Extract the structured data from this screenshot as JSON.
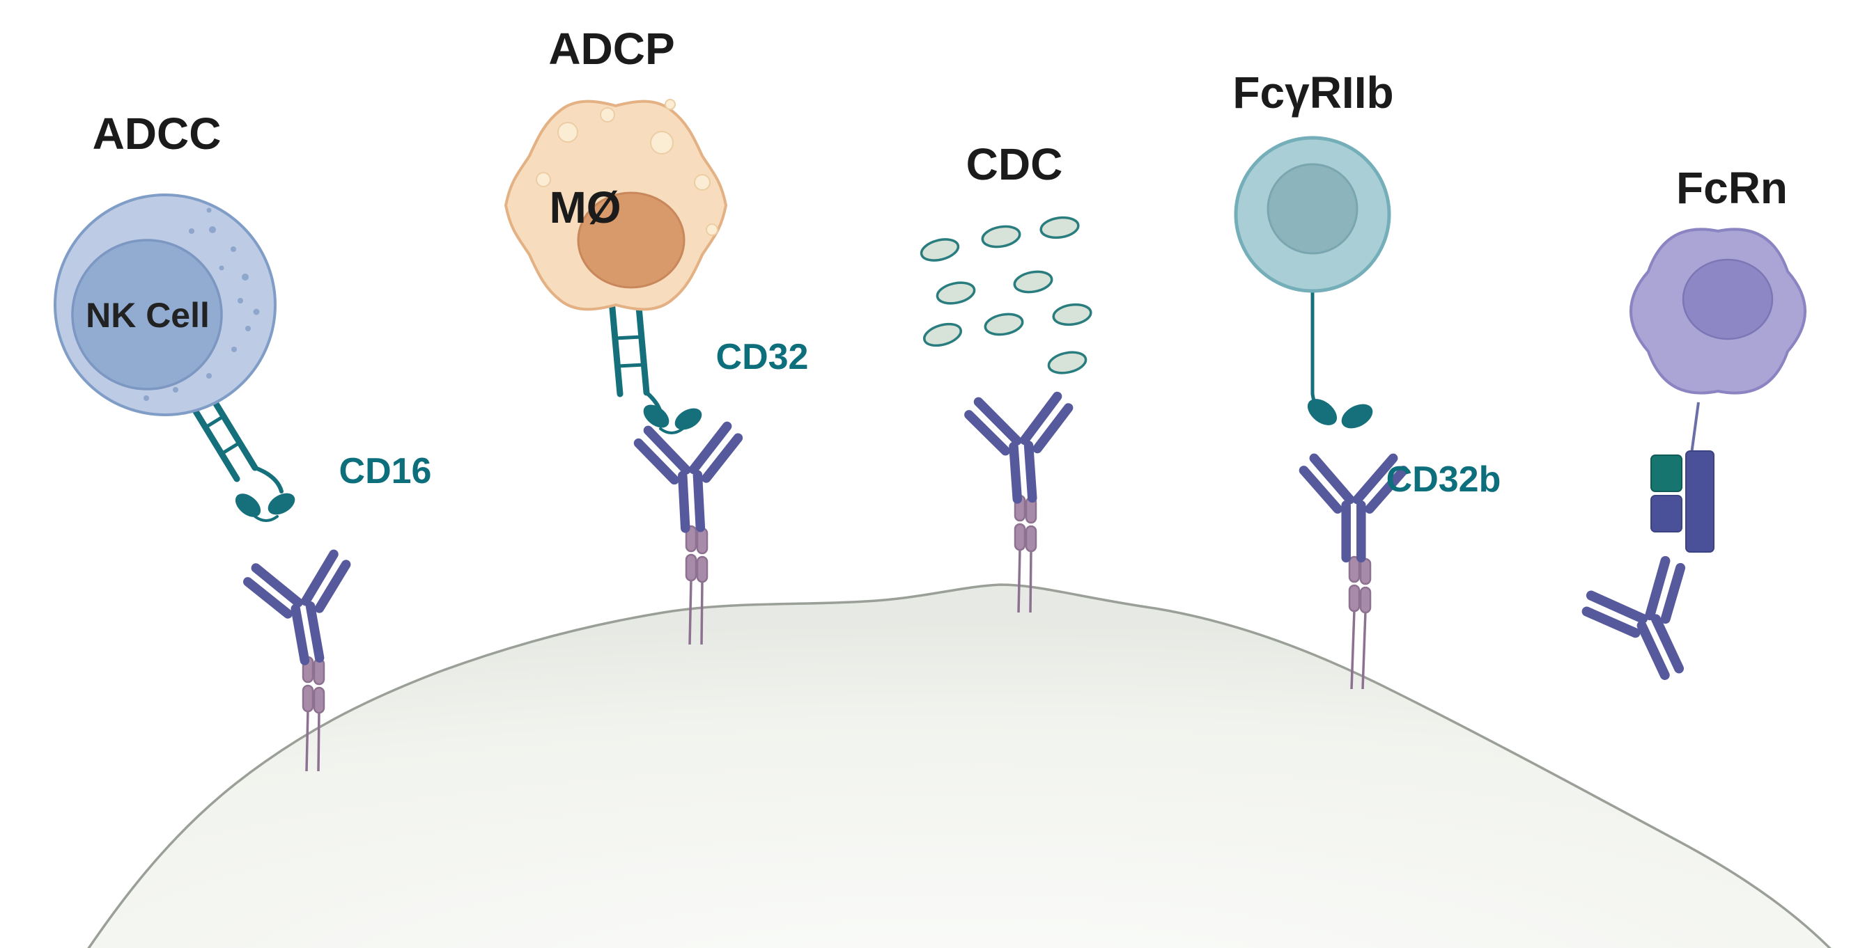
{
  "labels": {
    "adcc": "ADCC",
    "adcp": "ADCP",
    "cdc": "CDC",
    "fcgriib": "FcγRIIb",
    "fcrn": "FcRn",
    "nk_cell": "NK Cell",
    "macrophage": "MØ",
    "cd16": "CD16",
    "cd32": "CD32",
    "cd32b": "CD32b"
  },
  "panels": [
    {
      "title": "ADCC",
      "cell": "NK Cell",
      "receptor": "CD16"
    },
    {
      "title": "ADCP",
      "cell": "MØ",
      "receptor": "CD32"
    },
    {
      "title": "CDC"
    },
    {
      "title": "FcγRIIb",
      "receptor": "CD32b"
    },
    {
      "title": "FcRn"
    }
  ],
  "colors": {
    "antibody_purple": "#565a9c",
    "receptor_teal": "#15707b",
    "antigen_mauve": "#a78ba8",
    "antigen_outline": "#8d7190",
    "nk_cell_fill": "#bdcbe4",
    "nk_cell_border": "#7f9dc6",
    "nk_nucleus_fill": "#92abd0",
    "macrophage_fill": "#f7ddbd",
    "macrophage_border": "#e3b183",
    "macrophage_nucleus_fill": "#d89a6b",
    "fcgriib_cell_fill": "#a9ced6",
    "fcgriib_cell_border": "#74aeb9",
    "fcrn_cell_fill": "#aba5d6",
    "fcrn_cell_border": "#8b84c2",
    "fcrn_block_teal": "#16756f",
    "fcrn_block_slate": "#4a5199",
    "complement_fill": "#d7e3d9",
    "complement_stroke": "#2a7d7f",
    "membrane_fill": "#eef0ea",
    "membrane_stroke": "#9aa098",
    "label_black": "#1b1b1b"
  }
}
